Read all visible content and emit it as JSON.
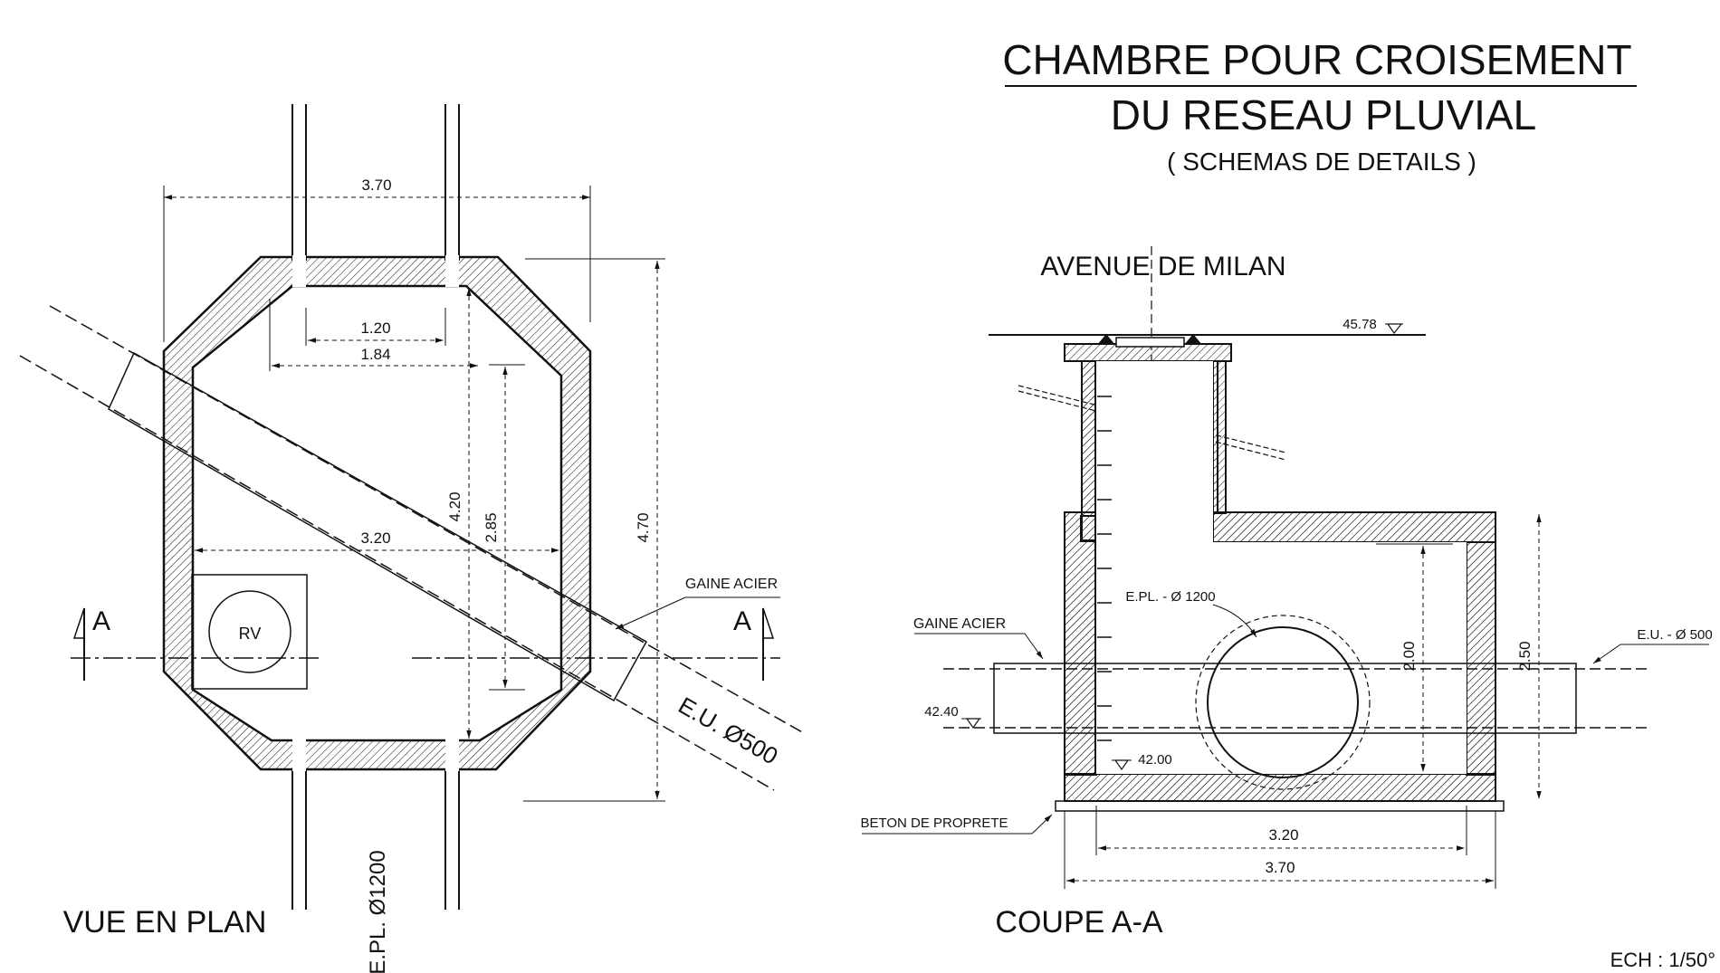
{
  "title": {
    "line1": "CHAMBRE POUR CROISEMENT",
    "line2": "DU RESEAU PLUVIAL",
    "line3": "( SCHEMAS  DE  DETAILS )"
  },
  "plan": {
    "label": "VUE  EN  PLAN",
    "dim_width": "3.70",
    "dim_inner_top_small": "1.20",
    "dim_inner_top": "1.84",
    "dim_inner_width": "3.20",
    "dim_height_inner": "4.20",
    "dim_height_mid": "2.85",
    "dim_height_total": "4.70",
    "rv_label": "RV",
    "section_left": "A",
    "section_right": "A",
    "gaine_label": "GAINE ACIER",
    "eu_label": "E.U. Ø500",
    "epl_label": "E.PL. Ø1200"
  },
  "section": {
    "label": "COUPE  A-A",
    "street_label": "AVENUE  DE  MILAN",
    "level_top": "45.78",
    "level_pipe": "42.40",
    "level_bottom": "42.00",
    "epl_label": "E.PL. - Ø 1200",
    "eu_label": "E.U. - Ø 500",
    "gaine_label": "GAINE ACIER",
    "beton_label": "BETON DE PROPRETE",
    "dim_inner_height": "2.00",
    "dim_total_height": "2.50",
    "dim_inner_width": "3.20",
    "dim_total_width": "3.70"
  },
  "scale": "ECH : 1/50°"
}
